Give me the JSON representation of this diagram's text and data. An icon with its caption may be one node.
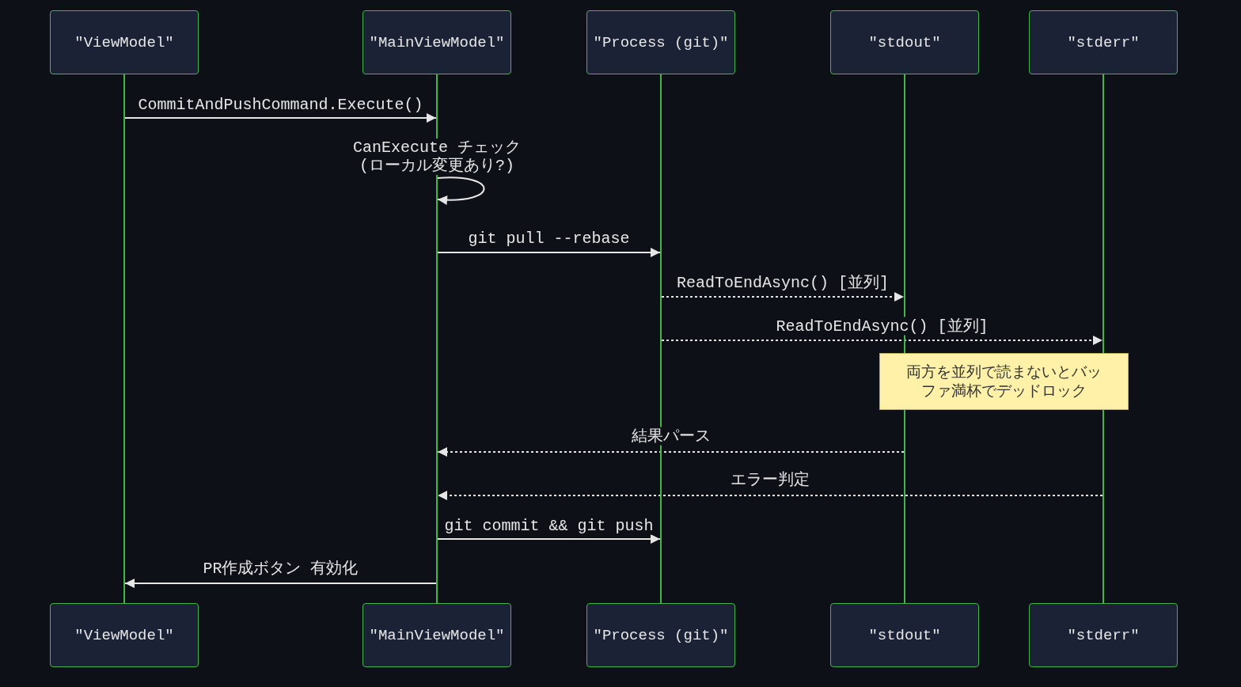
{
  "diagram": {
    "nodes": [
      {
        "text": [
          "\"ViewModel\""
        ]
      },
      {
        "text": [
          "\"MainViewModel\""
        ]
      },
      {
        "text": [
          "\"Process (git)\""
        ]
      },
      {
        "text": [
          "\"stdout\""
        ]
      },
      {
        "text": [
          "\"stderr\""
        ]
      },
      {
        "text": [],
        "shape": "line"
      },
      {
        "text": [],
        "shape": "line"
      },
      {
        "text": [],
        "shape": "line"
      },
      {
        "text": [],
        "shape": "line"
      },
      {
        "text": [],
        "shape": "line"
      },
      {
        "text": [
          "両方を並列で読まないとバッファ満杯でデッドロック"
        ]
      },
      {
        "text": [
          "\"ViewModel\""
        ]
      },
      {
        "text": [
          "\"MainViewModel\""
        ]
      },
      {
        "text": [
          "\"Process (git)\""
        ]
      },
      {
        "text": [
          "\"stdout\""
        ]
      },
      {
        "text": [
          "\"stderr\""
        ]
      }
    ],
    "edges": [
      {
        "from": 5,
        "to": 6,
        "arrow": "to",
        "label": "CommitAndPushCommand.Execute()"
      },
      {
        "from": 6,
        "to": 6,
        "arrow": "to",
        "label": "CanExecute チェック (ローカル変更あり?)"
      },
      {
        "from": 6,
        "to": 7,
        "arrow": "to",
        "label": "git pull --rebase"
      },
      {
        "from": 7,
        "to": 8,
        "arrow": "to",
        "label": "ReadToEndAsync() [並列]",
        "style": "dashed"
      },
      {
        "from": 7,
        "to": 9,
        "arrow": "to",
        "label": "ReadToEndAsync() [並列]",
        "style": "dashed"
      },
      {
        "from": 8,
        "to": 6,
        "arrow": "to",
        "label": "結果パース",
        "style": "dashed"
      },
      {
        "from": 9,
        "to": 6,
        "arrow": "to",
        "label": "エラー判定",
        "style": "dashed"
      },
      {
        "from": 6,
        "to": 7,
        "arrow": "to",
        "label": "git commit && git push"
      },
      {
        "from": 6,
        "to": 5,
        "arrow": "to",
        "label": "PR作成ボタン 有効化"
      }
    ]
  }
}
